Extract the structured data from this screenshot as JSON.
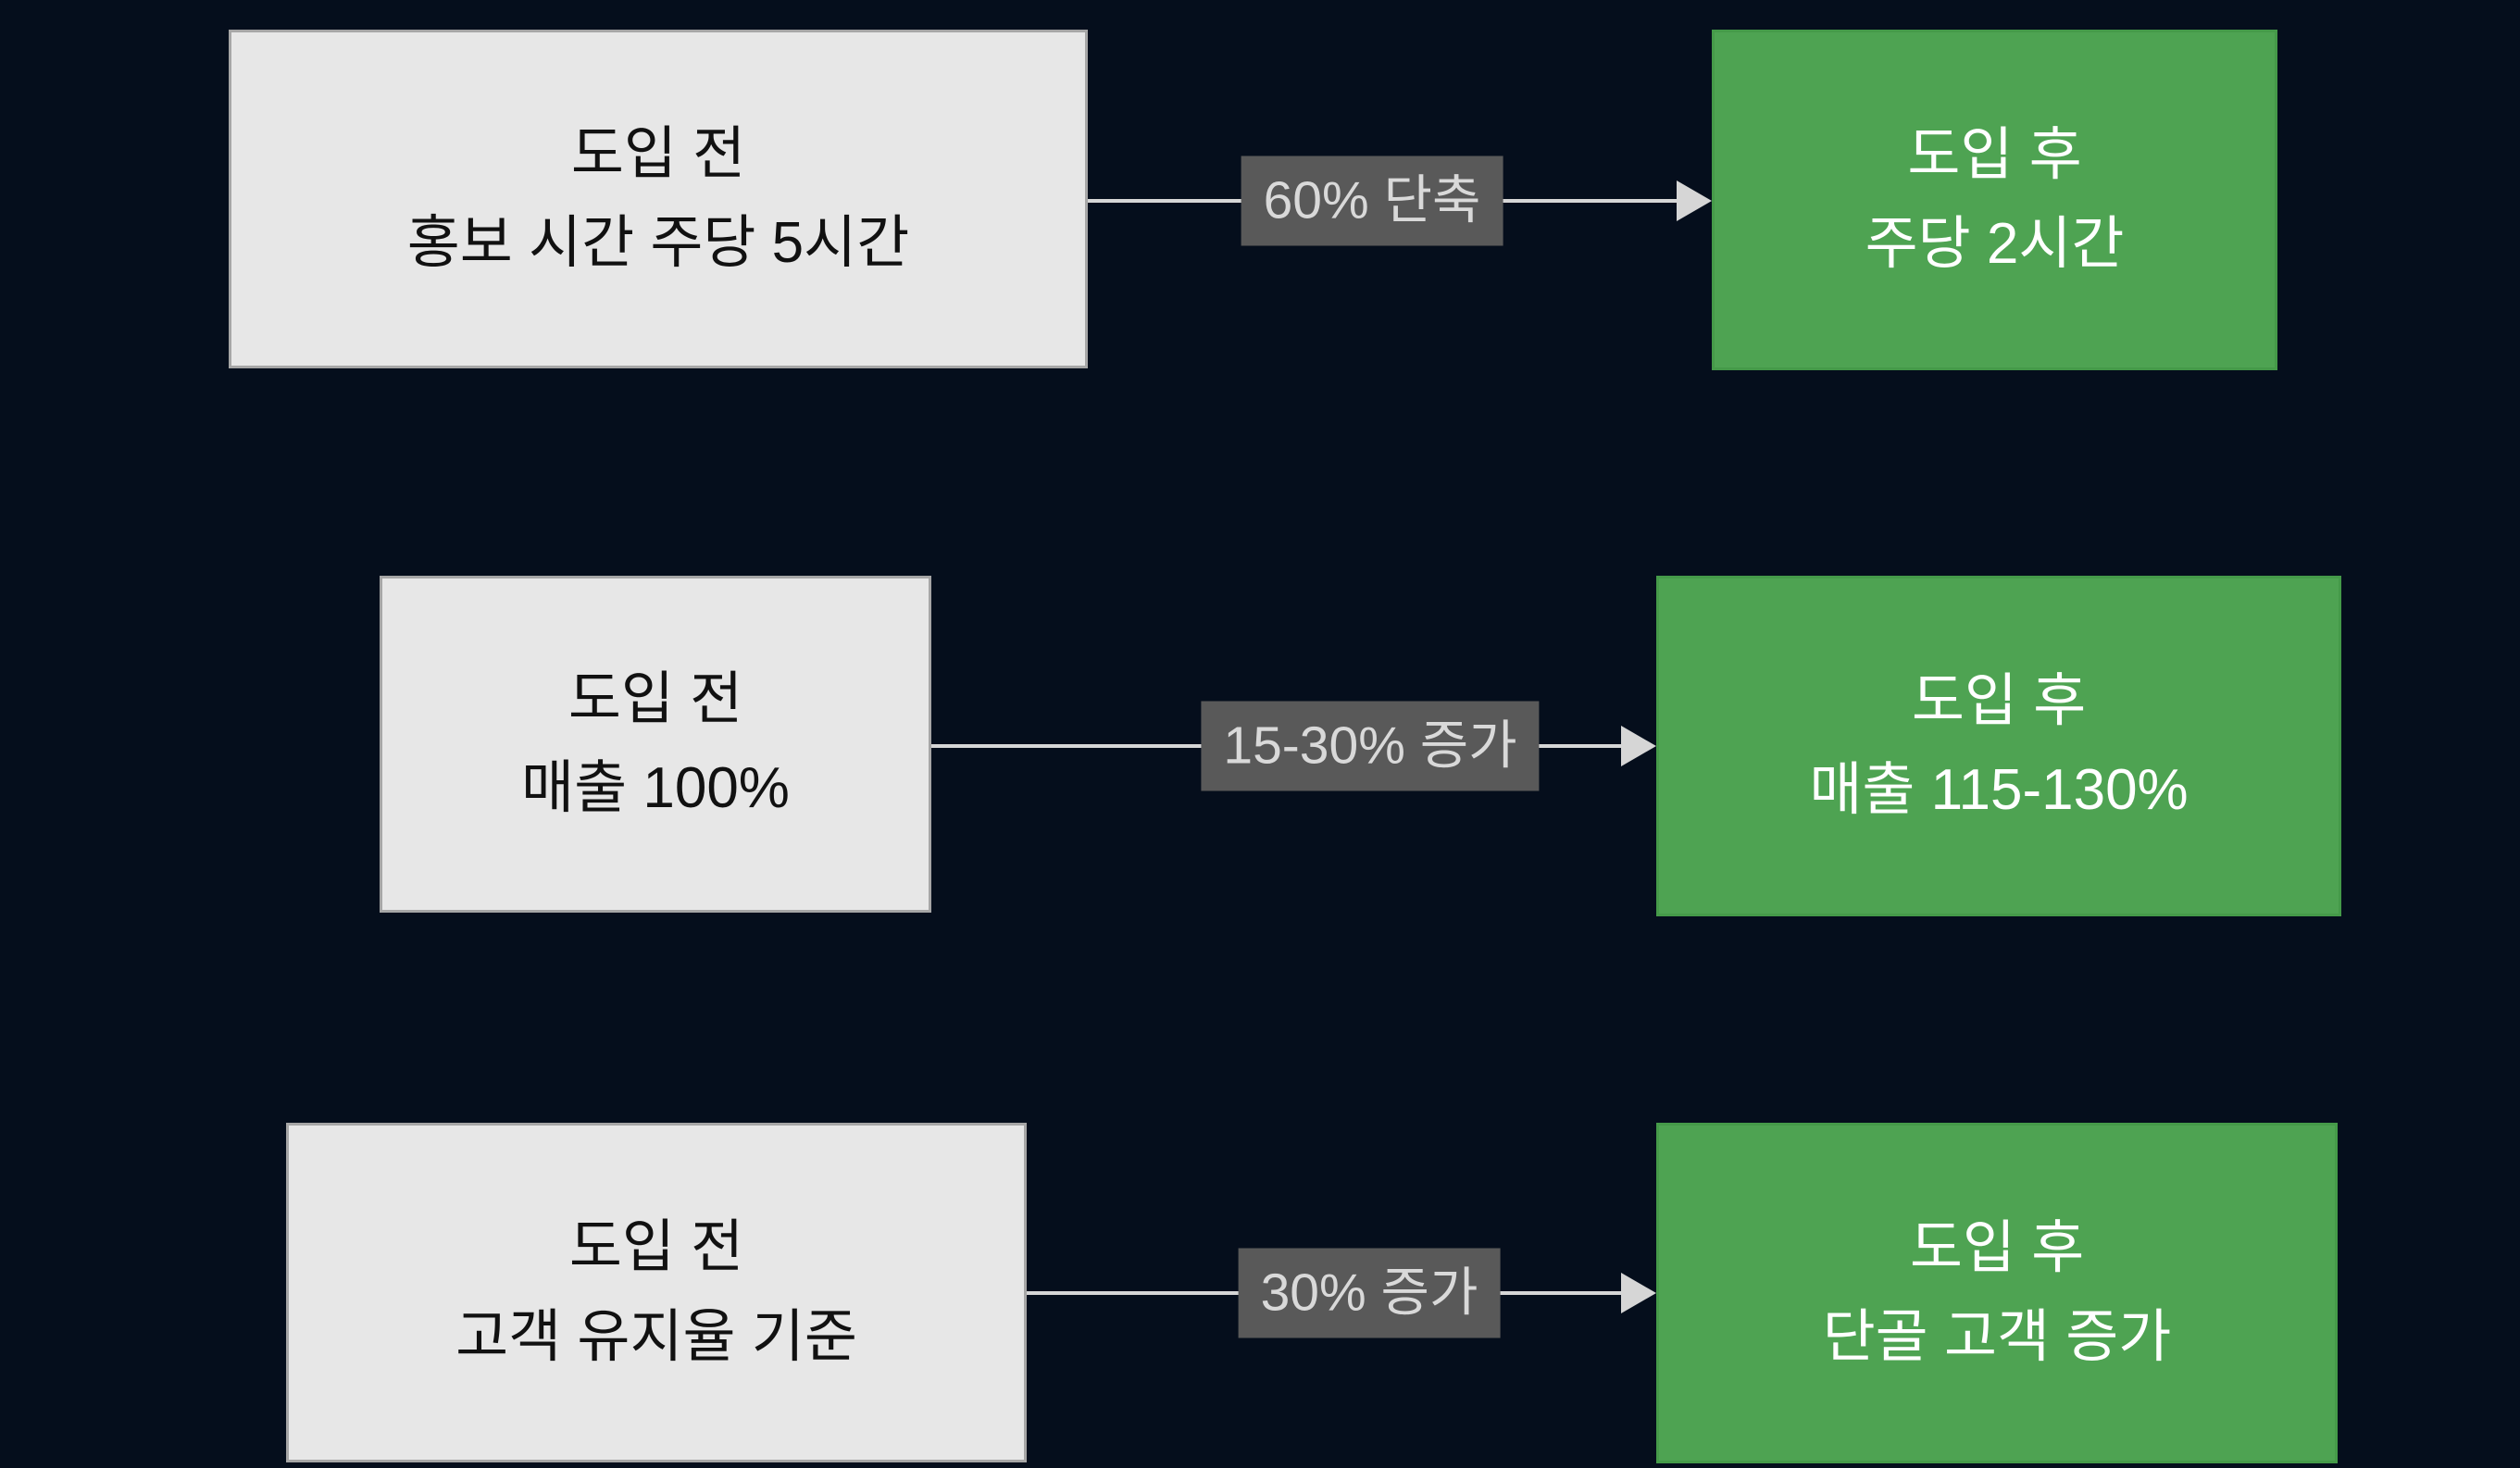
{
  "diagram": {
    "title": "before-after-adoption-comparison",
    "rows": [
      {
        "before": {
          "line1": "도입 전",
          "line2": "홍보 시간 주당 5시간"
        },
        "arrow_label": "60% 단축",
        "after": {
          "line1": "도입 후",
          "line2": "주당 2시간"
        }
      },
      {
        "before": {
          "line1": "도입 전",
          "line2": "매출 100%"
        },
        "arrow_label": "15-30% 증가",
        "after": {
          "line1": "도입 후",
          "line2": "매출 115-130%"
        }
      },
      {
        "before": {
          "line1": "도입 전",
          "line2": "고객 유지율 기준"
        },
        "arrow_label": "30% 증가",
        "after": {
          "line1": "도입 후",
          "line2": "단골 고객 증가"
        }
      }
    ],
    "colors": {
      "background": "#050e1c",
      "before_box_bg": "#e7e7e7",
      "before_box_border": "#a6a6a6",
      "after_box_bg": "#4ea352",
      "after_box_text": "#ffffff",
      "arrow": "#d6d6d6",
      "badge_bg": "#595959",
      "badge_text": "#d9d9d9"
    }
  }
}
